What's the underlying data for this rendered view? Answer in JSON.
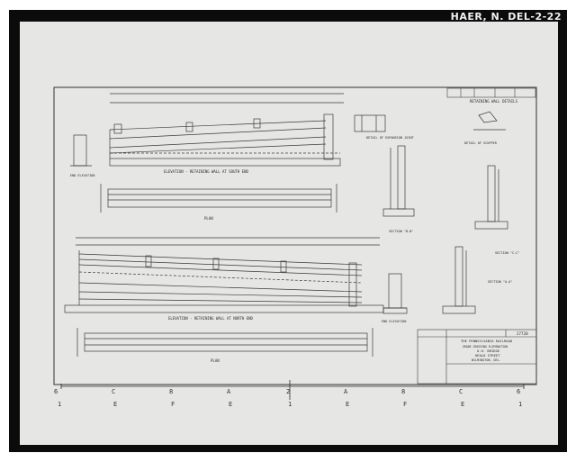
{
  "document": {
    "haer_number": "HAER, N. DEL-2-22",
    "sheet_title": "RETAINING WALL DETAILS",
    "title_block": {
      "company": "THE PENNSYLVANIA RAILROAD",
      "project": "GRADE CROSSING ELIMINATION",
      "bridge": "O.H. BRIDGE",
      "street": "HEALD STREET",
      "location": "WILMINGTON, DEL.",
      "drawing_number": "27720"
    },
    "views": {
      "elev_south": "ELEVATION - RETAINING WALL AT SOUTH END",
      "elev_north": "ELEVATION - RETAINING WALL AT NORTH END",
      "plan": "PLAN",
      "end_elevation": "END ELEVATION",
      "section_bb": "SECTION \"B-B\"",
      "section_aa": "SECTION \"A-A\"",
      "section_cc": "SECTION \"C-C\"",
      "detail_scupper": "DETAIL OF SCUPPER",
      "detail_expansion": "DETAIL OF EXPANSION JOINT"
    },
    "scale": {
      "upper": [
        "6",
        "C",
        "8",
        "A",
        "2",
        "A",
        "8",
        "C",
        "6"
      ],
      "lower": [
        "1",
        "E",
        "F",
        "E",
        "1",
        "E",
        "F",
        "E",
        "1"
      ]
    }
  }
}
